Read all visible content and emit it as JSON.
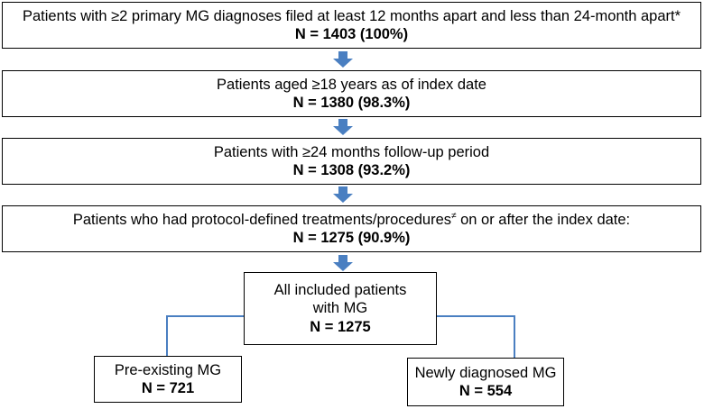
{
  "steps": [
    {
      "text": "Patients with ≥2 primary MG diagnoses filed at least 12 months apart and less than 24-month apart*",
      "n": "N = 1403 (100%)"
    },
    {
      "text": "Patients aged ≥18 years as of index date",
      "n": "N = 1380 (98.3%)"
    },
    {
      "text": "Patients with ≥24 months follow-up period",
      "n": "N = 1308 (93.2%)"
    },
    {
      "text": "Patients who had protocol-defined treatments/procedures",
      "mark": "≠",
      "text_after": " on or after the index date:",
      "n": "N = 1275 (90.9%)"
    }
  ],
  "center": {
    "text": "All included patients with MG",
    "n": "N = 1275"
  },
  "left": {
    "text": "Pre-existing MG",
    "n": "N = 721"
  },
  "right": {
    "text": "Newly diagnosed MG",
    "n": "N = 554"
  },
  "colors": {
    "arrow": "#4a7fc1",
    "connector": "#4a7fc1",
    "border": "#000000"
  }
}
